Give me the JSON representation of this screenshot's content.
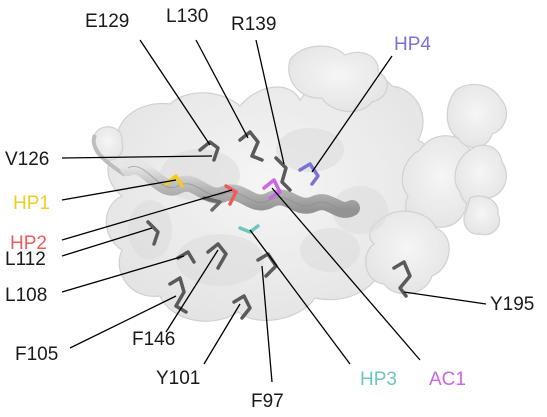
{
  "colors": {
    "text": "#1a1a1a",
    "leader": "#000000",
    "surface": "#ededed",
    "surface_edge": "#c9c9c9",
    "helix": "#b8b8b8",
    "residue": "#5a5a5a",
    "HP1": "#f2cc1e",
    "HP2": "#ef5b5b",
    "HP3": "#6cc7c0",
    "HP4": "#7b72d4",
    "AC1": "#cc66e6"
  },
  "labels": {
    "E129": "E129",
    "L130": "L130",
    "R139": "R139",
    "HP4": "HP4",
    "V126": "V126",
    "HP1": "HP1",
    "HP2": "HP2",
    "L112": "L112",
    "L108": "L108",
    "F105": "F105",
    "F146": "F146",
    "Y101": "Y101",
    "F97": "F97",
    "HP3": "HP3",
    "AC1": "AC1",
    "Y195": "Y195"
  }
}
